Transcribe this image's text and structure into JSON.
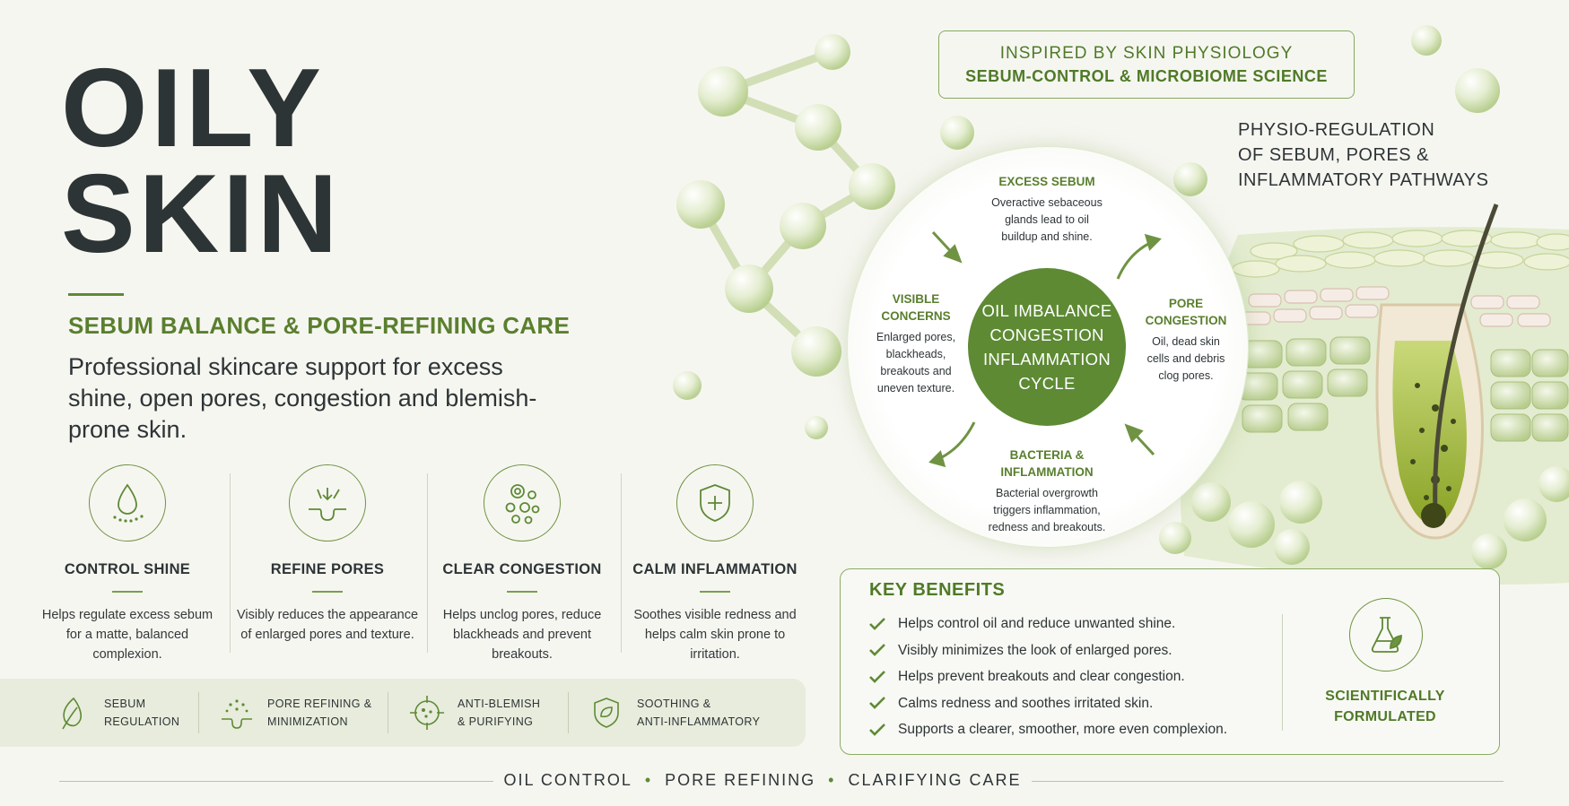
{
  "hero": {
    "title_line1": "OILY",
    "title_line2": "SKIN",
    "subtitle": "SEBUM BALANCE & PORE-REFINING CARE",
    "lead": "Professional skincare support for excess shine, open pores, congestion and blemish-prone skin."
  },
  "features": [
    {
      "icon": "droplet-icon",
      "title": "CONTROL SHINE",
      "desc": "Helps regulate excess sebum for a matte, balanced complexion."
    },
    {
      "icon": "pore-icon",
      "title": "REFINE PORES",
      "desc": "Visibly reduces the appearance of enlarged pores and texture."
    },
    {
      "icon": "bubbles-icon",
      "title": "CLEAR CONGESTION",
      "desc": "Helps unclog pores, reduce blackheads and prevent breakouts."
    },
    {
      "icon": "shield-plus-icon",
      "title": "CALM INFLAMMATION",
      "desc": "Soothes visible redness and helps calm skin prone to irritation."
    }
  ],
  "chips": [
    {
      "icon": "leaf-icon",
      "line1": "SEBUM",
      "line2": "REGULATION"
    },
    {
      "icon": "sparkle-pore-icon",
      "line1": "PORE REFINING &",
      "line2": "MINIMIZATION"
    },
    {
      "icon": "target-icon",
      "line1": "ANTI-BLEMISH",
      "line2": "& PURIFYING"
    },
    {
      "icon": "soothing-shield-icon",
      "line1": "SOOTHING &",
      "line2": "ANTI-INFLAMMATORY"
    }
  ],
  "inspired": {
    "line1": "INSPIRED BY SKIN PHYSIOLOGY",
    "line2": "SEBUM-CONTROL & MICROBIOME SCIENCE"
  },
  "physio": {
    "line1": "PHYSIO-REGULATION",
    "line2": "OF SEBUM, PORES &",
    "line3": "INFLAMMATORY PATHWAYS"
  },
  "cycle": {
    "core_line1": "OIL IMBALANCE",
    "core_line2": "CONGESTION",
    "core_line3": "INFLAMMATION",
    "core_line4": "CYCLE",
    "top": {
      "title": "EXCESS SEBUM",
      "desc1": "Overactive sebaceous",
      "desc2": "glands lead to oil",
      "desc3": "buildup and shine."
    },
    "right": {
      "title1": "PORE",
      "title2": "CONGESTION",
      "desc1": "Oil, dead skin",
      "desc2": "cells and debris",
      "desc3": "clog pores."
    },
    "bottom": {
      "title1": "BACTERIA &",
      "title2": "INFLAMMATION",
      "desc1": "Bacterial overgrowth",
      "desc2": "triggers inflammation,",
      "desc3": "redness and breakouts."
    },
    "left": {
      "title1": "VISIBLE",
      "title2": "CONCERNS",
      "desc1": "Enlarged pores,",
      "desc2": "blackheads,",
      "desc3": "breakouts and",
      "desc4": "uneven texture."
    }
  },
  "benefits": {
    "title": "KEY BENEFITS",
    "items": [
      "Helps control oil and reduce unwanted shine.",
      "Visibly minimizes the look of enlarged pores.",
      "Helps prevent breakouts and clear congestion.",
      "Calms redness and soothes irritated skin.",
      "Supports a clearer, smoother, more even complexion."
    ],
    "badge_icon": "flask-leaf-icon",
    "badge_line1": "SCIENTIFICALLY",
    "badge_line2": "FORMULATED"
  },
  "footer": {
    "item1": "OIL CONTROL",
    "item2": "PORE REFINING",
    "item3": "CLARIFYING CARE"
  },
  "colors": {
    "accent": "#5e8a35",
    "background": "#f6f6f1",
    "text": "#2d3436"
  }
}
